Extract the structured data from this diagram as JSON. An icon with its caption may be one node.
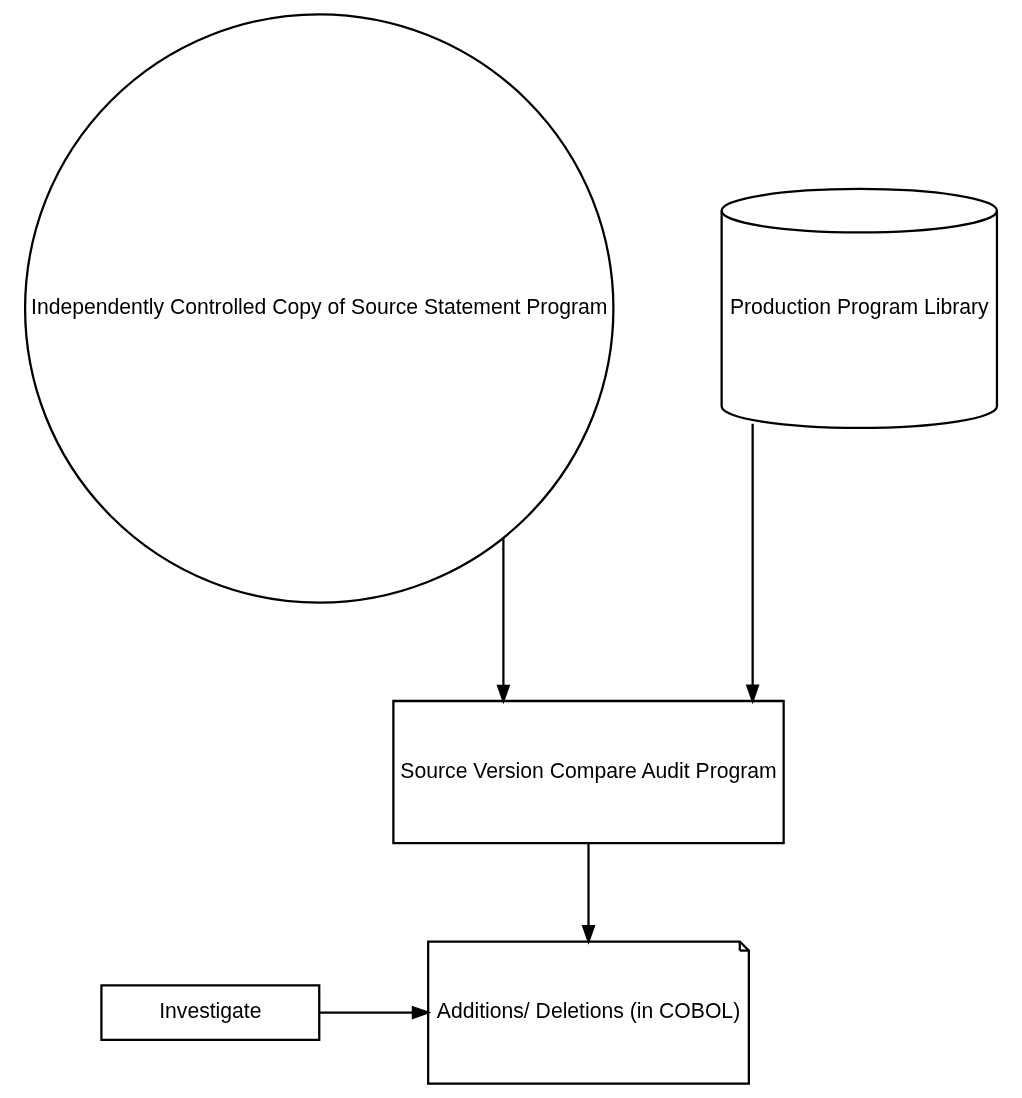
{
  "diagram": {
    "nodes": [
      {
        "text": [
          "Independently Controlled Copy of Source Statement Program"
        ]
      },
      {
        "text": [
          "Production Program Library"
        ]
      },
      {
        "text": [
          "Source Version Compare Audit Program"
        ]
      },
      {
        "text": [
          "Additions/ Deletions (in COBOL)"
        ]
      },
      {
        "text": [
          "Investigate"
        ]
      }
    ],
    "edges": [
      {
        "from": 0,
        "to": 2,
        "arrow": "to"
      },
      {
        "from": 1,
        "to": 2,
        "arrow": "to"
      },
      {
        "from": 2,
        "to": 3,
        "arrow": "to"
      },
      {
        "from": 4,
        "to": 3,
        "arrow": "to"
      }
    ]
  }
}
